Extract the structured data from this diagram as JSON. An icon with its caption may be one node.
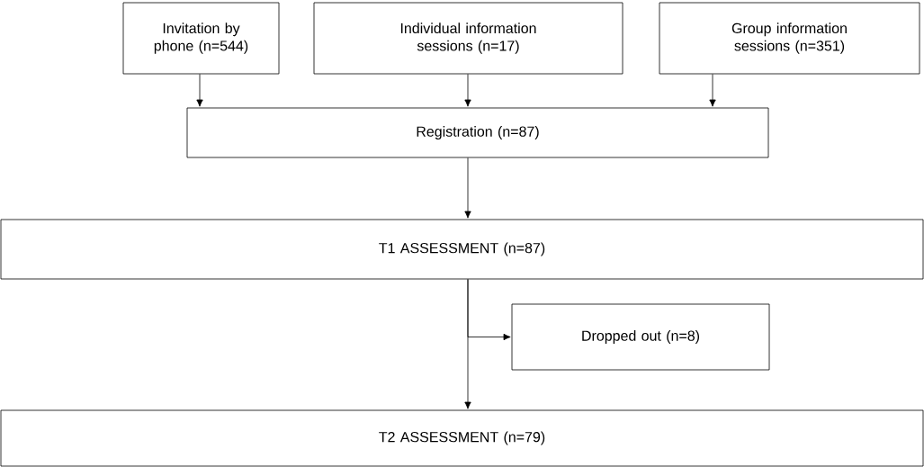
{
  "diagram": {
    "nodes": [
      {
        "text": [
          "Invitation by phone (n=544)"
        ]
      },
      {
        "text": [
          "Individual information sessions (n=17)"
        ]
      },
      {
        "text": [
          "Group information sessions (n=351)"
        ]
      },
      {
        "text": [
          "Registration (n=87)"
        ]
      },
      {
        "text": [
          "T1 ASSESSMENT (n=87)"
        ]
      },
      {
        "text": [
          "Dropped out (n=8)"
        ]
      },
      {
        "text": [
          "T2 ASSESSMENT (n=79)"
        ]
      }
    ],
    "edges": [
      {
        "from": 0,
        "to": 3,
        "arrow": "to"
      },
      {
        "from": 1,
        "to": 3,
        "arrow": "to"
      },
      {
        "from": 2,
        "to": 3,
        "arrow": "to"
      },
      {
        "from": 3,
        "to": 4,
        "arrow": "to"
      },
      {
        "from": 4,
        "to": 6,
        "arrow": "to"
      },
      {
        "from": 4,
        "to": 5,
        "arrow": "to"
      }
    ]
  }
}
